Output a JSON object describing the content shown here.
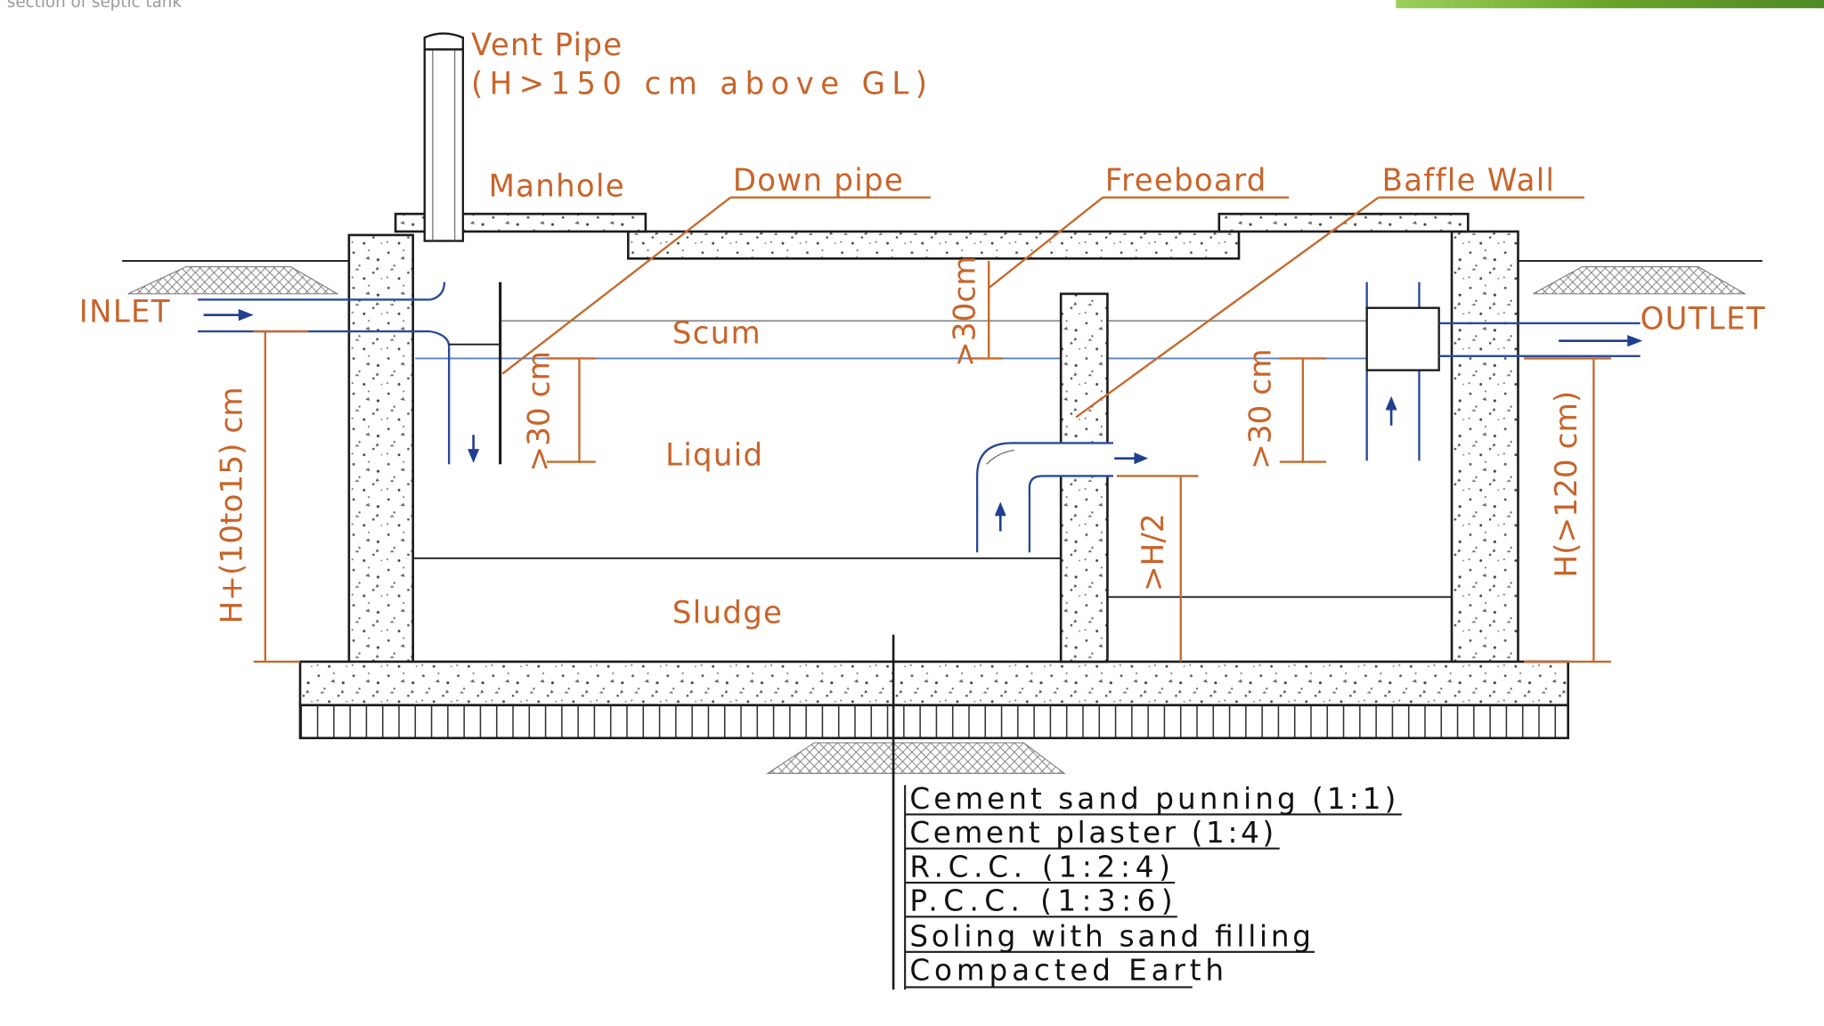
{
  "header_fragment": "section of septic tank",
  "colors": {
    "label": "#c8642a",
    "dimension": "#c46a2c",
    "arrow": "#1f3f8f",
    "pipe": "#2a4a9a",
    "liquid_level": "#5b7fc0",
    "scum_level": "#8a8a8a",
    "outline": "#1c1c1c",
    "accent_green": "#6aa329"
  },
  "labels": {
    "vent_pipe": "Vent Pipe",
    "vent_pipe_note": "(H>150 cm above GL)",
    "manhole": "Manhole",
    "down_pipe": "Down pipe",
    "freeboard": "Freeboard",
    "baffle_wall": "Baffle Wall",
    "inlet": "INLET",
    "outlet": "OUTLET",
    "scum": "Scum",
    "liquid": "Liquid",
    "sludge": "Sludge"
  },
  "dimensions": {
    "inlet_height": "H+(10to15) cm",
    "freeboard": ">30cm",
    "down_pipe_depth": ">30 cm",
    "outlet_depth": ">30 cm",
    "baffle_opening": ">H/2",
    "liquid_depth": "H(>120 cm)"
  },
  "layers": [
    "Cement sand punning (1:1)",
    "Cement plaster (1:4)",
    "R.C.C. (1:2:4)",
    "P.C.C. (1:3:6)",
    "Soling with sand filling",
    "Compacted Earth"
  ]
}
